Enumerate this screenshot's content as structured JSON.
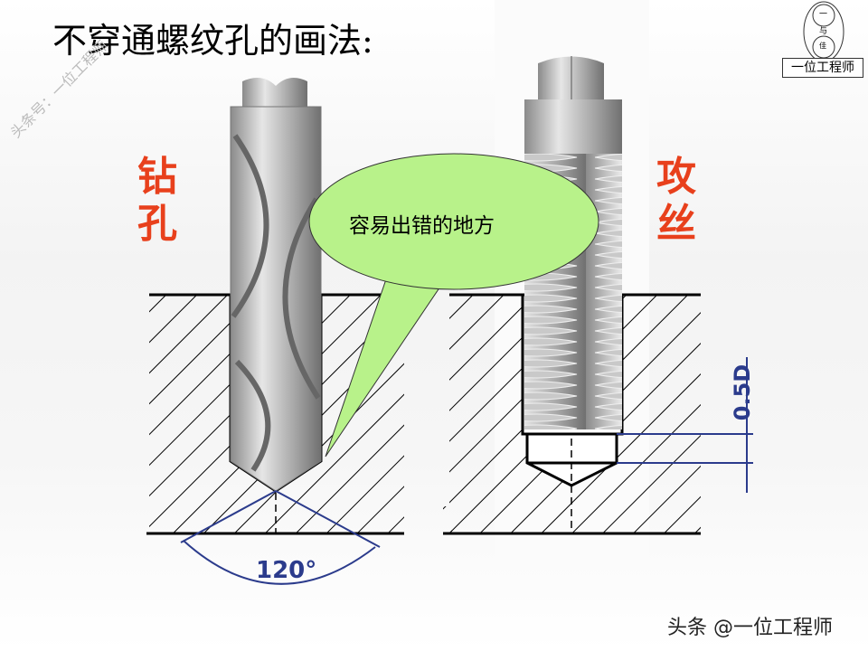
{
  "title": "不穿通螺纹孔的画法:",
  "watermark": "头条号：一位工程师",
  "logo": {
    "text": "一位工程师",
    "circle_chars": [
      "一",
      "与",
      "佳"
    ]
  },
  "left_label": [
    "钻",
    "孔"
  ],
  "right_label": [
    "攻",
    "丝"
  ],
  "callout": "容易出错的地方",
  "angle_label": "120°",
  "dimension_label": "0.5D",
  "footer": "头条 @一位工程师",
  "colors": {
    "label_red": "#e8401c",
    "dimension_blue": "#2b3b8c",
    "callout_green": "#b8f28a"
  }
}
